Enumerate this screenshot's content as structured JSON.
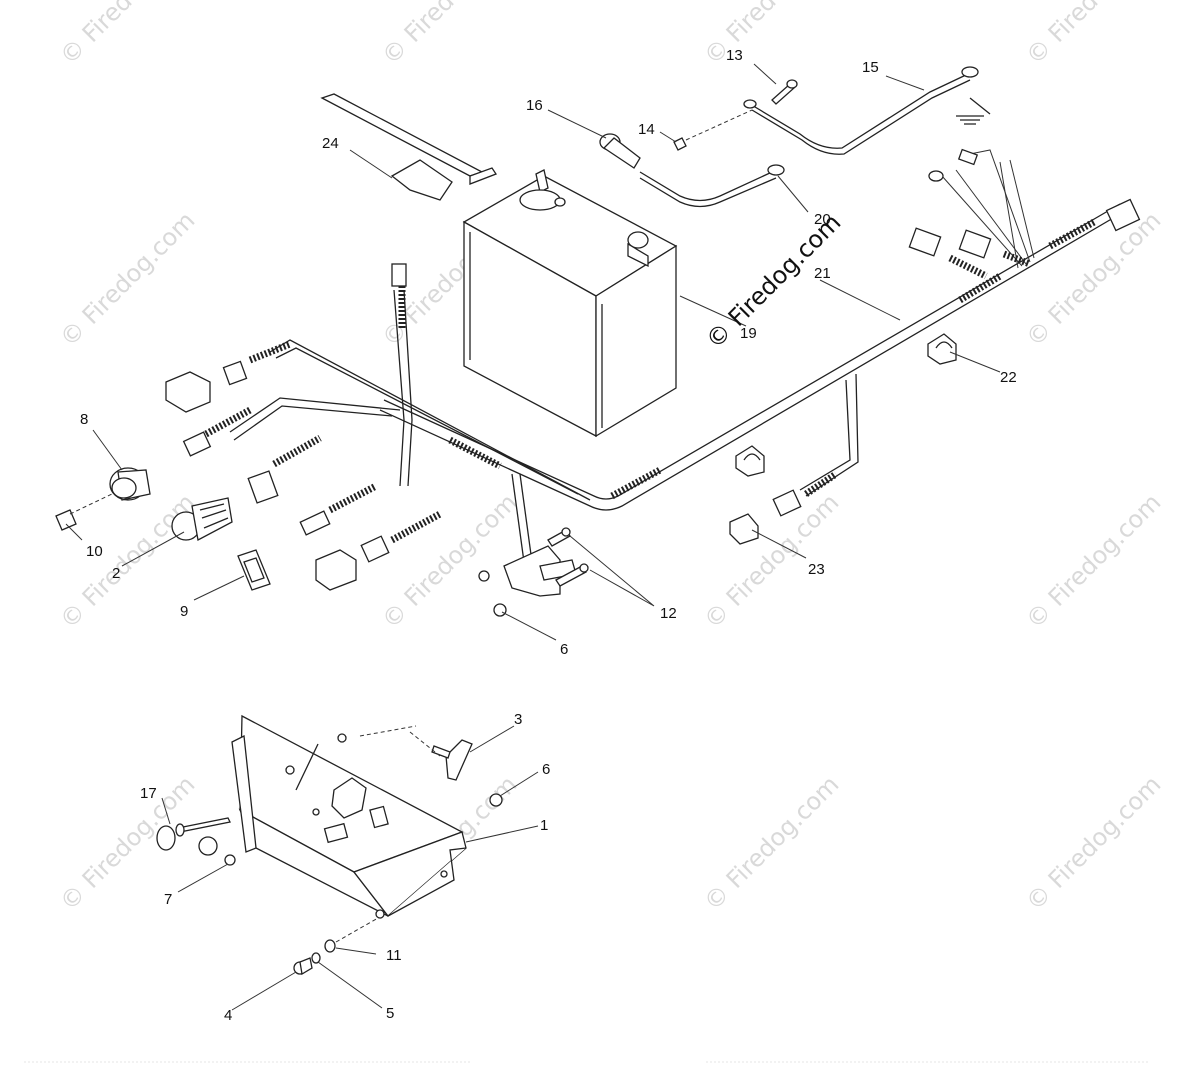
{
  "watermark": {
    "text": "© Firedog.com"
  },
  "callouts": [
    {
      "id": "c1",
      "text": "1"
    },
    {
      "id": "c2",
      "text": "2"
    },
    {
      "id": "c3",
      "text": "3"
    },
    {
      "id": "c4",
      "text": "4"
    },
    {
      "id": "c5",
      "text": "5"
    },
    {
      "id": "c6a",
      "text": "6"
    },
    {
      "id": "c6b",
      "text": "6"
    },
    {
      "id": "c7",
      "text": "7"
    },
    {
      "id": "c8",
      "text": "8"
    },
    {
      "id": "c9",
      "text": "9"
    },
    {
      "id": "c10",
      "text": "10"
    },
    {
      "id": "c11",
      "text": "11"
    },
    {
      "id": "c12",
      "text": "12"
    },
    {
      "id": "c13",
      "text": "13"
    },
    {
      "id": "c14",
      "text": "14"
    },
    {
      "id": "c15",
      "text": "15"
    },
    {
      "id": "c16",
      "text": "16"
    },
    {
      "id": "c17",
      "text": "17"
    },
    {
      "id": "c19",
      "text": "19"
    },
    {
      "id": "c20",
      "text": "20"
    },
    {
      "id": "c21",
      "text": "21"
    },
    {
      "id": "c22",
      "text": "22"
    },
    {
      "id": "c23",
      "text": "23"
    },
    {
      "id": "c24",
      "text": "24"
    }
  ]
}
